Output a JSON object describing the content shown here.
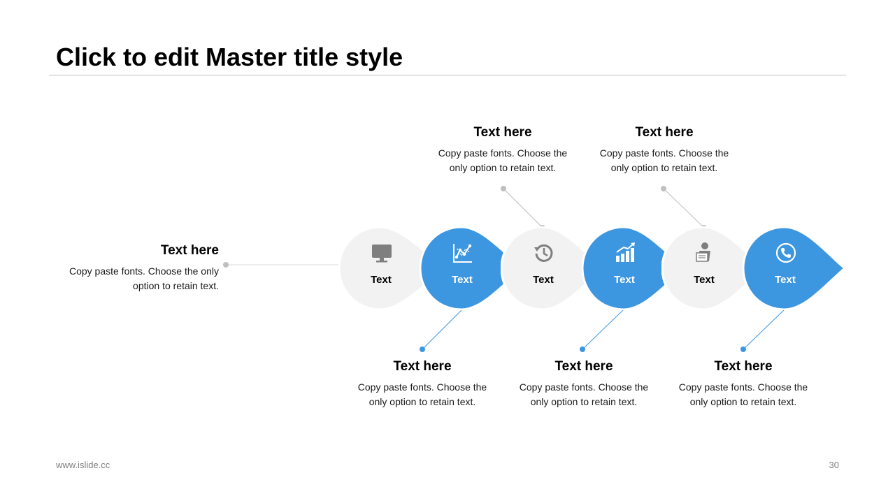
{
  "slide": {
    "title": "Click to edit Master title style",
    "footer_url": "www.islide.cc",
    "page_number": "30"
  },
  "colors": {
    "accent": "#3d96e0",
    "node_gray": "#f2f2f2",
    "icon_gray": "#7f7f7f",
    "connector_gray": "#bfbfbf"
  },
  "steps": [
    {
      "label": "Text",
      "icon": "monitor-icon",
      "color": "gray"
    },
    {
      "label": "Text",
      "icon": "chart-icon",
      "color": "blue"
    },
    {
      "label": "Text",
      "icon": "history-icon",
      "color": "gray"
    },
    {
      "label": "Text",
      "icon": "bar-growth-icon",
      "color": "blue"
    },
    {
      "label": "Text",
      "icon": "presenter-icon",
      "color": "gray"
    },
    {
      "label": "Text",
      "icon": "phone-icon",
      "color": "blue"
    }
  ],
  "callouts": [
    {
      "heading": "Text here",
      "line1": "Copy paste fonts. Choose the only",
      "line2": "option to retain text."
    },
    {
      "heading": "Text here",
      "line1": "Copy paste fonts. Choose the",
      "line2": "only option to retain text."
    },
    {
      "heading": "Text here",
      "line1": "Copy paste fonts. Choose the",
      "line2": "only option to retain text."
    },
    {
      "heading": "Text here",
      "line1": "Copy paste fonts. Choose the",
      "line2": "only option to retain text."
    },
    {
      "heading": "Text here",
      "line1": "Copy paste fonts. Choose the",
      "line2": "only option to retain text."
    },
    {
      "heading": "Text here",
      "line1": "Copy paste fonts. Choose the",
      "line2": "only option to retain text."
    }
  ]
}
